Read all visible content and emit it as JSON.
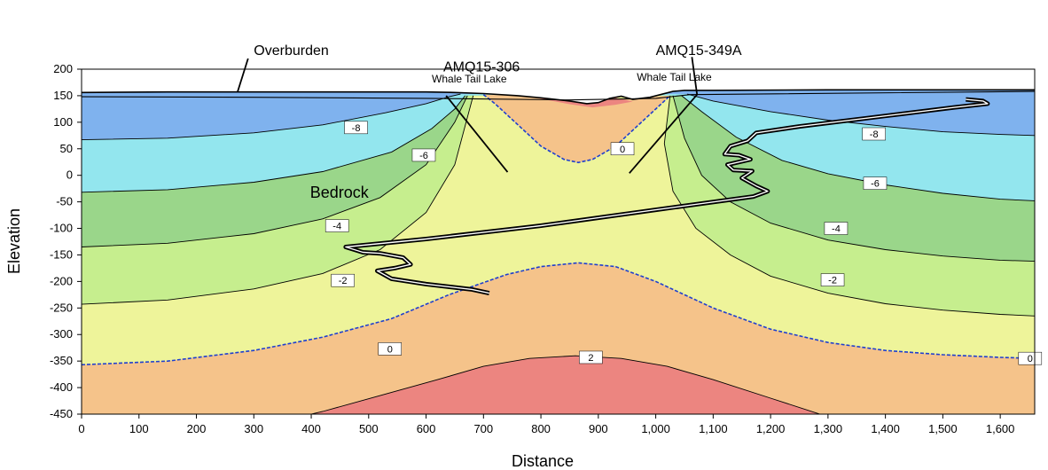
{
  "chart_data": {
    "type": "contour",
    "xlabel": "Distance",
    "ylabel": "Elevation",
    "xlim": [
      0,
      1660
    ],
    "ylim": [
      -450,
      200
    ],
    "x_ticks": [
      0,
      100,
      200,
      300,
      400,
      500,
      600,
      700,
      800,
      900,
      1000,
      1100,
      1200,
      1300,
      1400,
      1500,
      1600
    ],
    "x_tick_labels": [
      "0",
      "100",
      "200",
      "300",
      "400",
      "500",
      "600",
      "700",
      "800",
      "900",
      "1,000",
      "1,100",
      "1,200",
      "1,300",
      "1,400",
      "1,500",
      "1,600"
    ],
    "y_ticks": [
      200,
      150,
      100,
      50,
      0,
      -50,
      -100,
      -150,
      -200,
      -250,
      -300,
      -350,
      -400,
      -450
    ],
    "y_tick_labels": [
      "200",
      "150",
      "100",
      "50",
      "0",
      "-50",
      "-100",
      "-150",
      "-200",
      "-250",
      "-300",
      "-350",
      "-400",
      "-450"
    ],
    "grid": false,
    "fill_colors": {
      "below_-8": "#7fb2ee",
      "-8_to_-6": "#93e6ee",
      "-6_to_-4": "#9ad68a",
      "-4_to_-2": "#c6ee8e",
      "-2_to_0": "#eef49a",
      "0_to_2": "#f5c38a",
      "above_2": "#ec8580"
    },
    "zero_contour_color": "#1f3fcf",
    "surface": [
      [
        0,
        156
      ],
      [
        150,
        157
      ],
      [
        300,
        157
      ],
      [
        450,
        157
      ],
      [
        600,
        157
      ],
      [
        650,
        156
      ],
      [
        700,
        154
      ],
      [
        760,
        150
      ],
      [
        800,
        146
      ],
      [
        850,
        140
      ],
      [
        880,
        135
      ],
      [
        900,
        137
      ],
      [
        920,
        145
      ],
      [
        940,
        149
      ],
      [
        960,
        143
      ],
      [
        990,
        147
      ],
      [
        1030,
        158
      ],
      [
        1050,
        160
      ],
      [
        1100,
        160
      ],
      [
        1300,
        161
      ],
      [
        1500,
        161
      ],
      [
        1660,
        161
      ]
    ],
    "contours": [
      {
        "level": -8,
        "points": [
          [
            0,
            67
          ],
          [
            150,
            70
          ],
          [
            300,
            80
          ],
          [
            420,
            95
          ],
          [
            530,
            118
          ],
          [
            600,
            135
          ],
          [
            640,
            148
          ],
          [
            660,
            153
          ]
        ]
      },
      {
        "level": -8,
        "points": [
          [
            1055,
            153
          ],
          [
            1100,
            140
          ],
          [
            1200,
            120
          ],
          [
            1300,
            104
          ],
          [
            1400,
            92
          ],
          [
            1500,
            82
          ],
          [
            1600,
            77
          ],
          [
            1660,
            75
          ]
        ]
      },
      {
        "level": -6,
        "points": [
          [
            0,
            -32
          ],
          [
            150,
            -27
          ],
          [
            300,
            -13
          ],
          [
            420,
            7
          ],
          [
            540,
            44
          ],
          [
            610,
            88
          ],
          [
            650,
            125
          ],
          [
            668,
            150
          ]
        ]
      },
      {
        "level": -6,
        "points": [
          [
            1045,
            150
          ],
          [
            1080,
            120
          ],
          [
            1140,
            72
          ],
          [
            1220,
            28
          ],
          [
            1300,
            3
          ],
          [
            1400,
            -18
          ],
          [
            1500,
            -34
          ],
          [
            1600,
            -45
          ],
          [
            1660,
            -48
          ]
        ]
      },
      {
        "level": -4,
        "points": [
          [
            0,
            -135
          ],
          [
            150,
            -128
          ],
          [
            300,
            -110
          ],
          [
            420,
            -82
          ],
          [
            520,
            -42
          ],
          [
            600,
            20
          ],
          [
            650,
            100
          ],
          [
            672,
            150
          ]
        ]
      },
      {
        "level": -4,
        "points": [
          [
            1030,
            150
          ],
          [
            1050,
            70
          ],
          [
            1080,
            0
          ],
          [
            1130,
            -50
          ],
          [
            1200,
            -90
          ],
          [
            1300,
            -122
          ],
          [
            1400,
            -140
          ],
          [
            1500,
            -152
          ],
          [
            1600,
            -160
          ],
          [
            1660,
            -162
          ]
        ]
      },
      {
        "level": -2,
        "points": [
          [
            0,
            -243
          ],
          [
            150,
            -235
          ],
          [
            300,
            -214
          ],
          [
            420,
            -185
          ],
          [
            520,
            -140
          ],
          [
            600,
            -70
          ],
          [
            650,
            20
          ],
          [
            682,
            150
          ]
        ]
      },
      {
        "level": -2,
        "points": [
          [
            1025,
            150
          ],
          [
            1015,
            60
          ],
          [
            1030,
            -30
          ],
          [
            1070,
            -100
          ],
          [
            1130,
            -150
          ],
          [
            1200,
            -190
          ],
          [
            1300,
            -222
          ],
          [
            1400,
            -242
          ],
          [
            1500,
            -254
          ],
          [
            1600,
            -262
          ],
          [
            1660,
            -265
          ]
        ]
      },
      {
        "level": 0,
        "dashed": true,
        "points": [
          [
            0,
            -357
          ],
          [
            150,
            -350
          ],
          [
            300,
            -330
          ],
          [
            420,
            -305
          ],
          [
            540,
            -270
          ],
          [
            640,
            -225
          ],
          [
            740,
            -187
          ],
          [
            800,
            -172
          ],
          [
            865,
            -165
          ],
          [
            930,
            -172
          ],
          [
            1000,
            -200
          ],
          [
            1100,
            -250
          ],
          [
            1200,
            -290
          ],
          [
            1300,
            -315
          ],
          [
            1400,
            -330
          ],
          [
            1500,
            -338
          ],
          [
            1600,
            -343
          ],
          [
            1660,
            -345
          ]
        ]
      },
      {
        "level": 0,
        "dashed": true,
        "points": [
          [
            700,
            152
          ],
          [
            720,
            135
          ],
          [
            760,
            95
          ],
          [
            800,
            55
          ],
          [
            840,
            30
          ],
          [
            865,
            24
          ],
          [
            890,
            30
          ],
          [
            930,
            55
          ],
          [
            970,
            95
          ],
          [
            1000,
            125
          ],
          [
            1025,
            150
          ]
        ]
      },
      {
        "level": 2,
        "points": [
          [
            300,
            -475
          ],
          [
            420,
            -445
          ],
          [
            520,
            -415
          ],
          [
            620,
            -385
          ],
          [
            700,
            -360
          ],
          [
            780,
            -345
          ],
          [
            860,
            -340
          ],
          [
            940,
            -345
          ],
          [
            1020,
            -360
          ],
          [
            1100,
            -385
          ],
          [
            1200,
            -420
          ],
          [
            1300,
            -455
          ]
        ]
      }
    ],
    "contour_labels": [
      {
        "text": "-8",
        "x": 478,
        "y": 90
      },
      {
        "text": "-6",
        "x": 596,
        "y": 38
      },
      {
        "text": "-4",
        "x": 445,
        "y": -95
      },
      {
        "text": "-2",
        "x": 455,
        "y": -198
      },
      {
        "text": "0",
        "x": 537,
        "y": -327
      },
      {
        "text": "0",
        "x": 942,
        "y": 50
      },
      {
        "text": "-8",
        "x": 1380,
        "y": 78
      },
      {
        "text": "-6",
        "x": 1382,
        "y": -15
      },
      {
        "text": "-4",
        "x": 1314,
        "y": -100
      },
      {
        "text": "-2",
        "x": 1308,
        "y": -197
      },
      {
        "text": "2",
        "x": 887,
        "y": -343
      },
      {
        "text": "0",
        "x": 1652,
        "y": -345
      }
    ],
    "boreholes": [
      {
        "points": [
          [
            635,
            150
          ],
          [
            742,
            6
          ]
        ]
      },
      {
        "points": [
          [
            1072,
            152
          ],
          [
            954,
            4
          ]
        ]
      },
      {
        "points": [
          [
            1540,
            143
          ],
          [
            1570,
            140
          ],
          [
            1578,
            135
          ],
          [
            1520,
            128
          ],
          [
            1400,
            112
          ],
          [
            1250,
            92
          ],
          [
            1175,
            80
          ],
          [
            1160,
            65
          ],
          [
            1130,
            55
          ],
          [
            1120,
            40
          ],
          [
            1145,
            38
          ],
          [
            1165,
            30
          ],
          [
            1125,
            20
          ],
          [
            1135,
            10
          ],
          [
            1168,
            8
          ],
          [
            1150,
            -5
          ],
          [
            1175,
            -20
          ],
          [
            1195,
            -30
          ],
          [
            1170,
            -40
          ],
          [
            1000,
            -65
          ],
          [
            800,
            -95
          ],
          [
            600,
            -120
          ],
          [
            460,
            -135
          ],
          [
            490,
            -145
          ],
          [
            520,
            -147
          ],
          [
            560,
            -155
          ],
          [
            573,
            -168
          ],
          [
            545,
            -175
          ],
          [
            515,
            -180
          ],
          [
            540,
            -195
          ],
          [
            600,
            -205
          ],
          [
            680,
            -215
          ],
          [
            710,
            -222
          ]
        ]
      }
    ],
    "annotations": [
      {
        "text": "Overburden",
        "x": 300,
        "y": 227,
        "size": 16,
        "leader": [
          [
            290,
            220
          ],
          [
            272,
            158
          ]
        ]
      },
      {
        "text": "AMQ15-306",
        "x": 630,
        "y": 196,
        "size": 16
      },
      {
        "text": "AMQ15-349A",
        "x": 1000,
        "y": 227,
        "size": 16,
        "leader": [
          [
            1063,
            223
          ],
          [
            1072,
            152
          ]
        ]
      },
      {
        "text": "Whale Tail Lake",
        "x": 610,
        "y": 175,
        "size": 12
      },
      {
        "text": "Whale Tail Lake",
        "x": 967,
        "y": 178,
        "size": 12
      },
      {
        "text": "Bedrock",
        "x": 398,
        "y": -42,
        "size": 18
      }
    ]
  }
}
